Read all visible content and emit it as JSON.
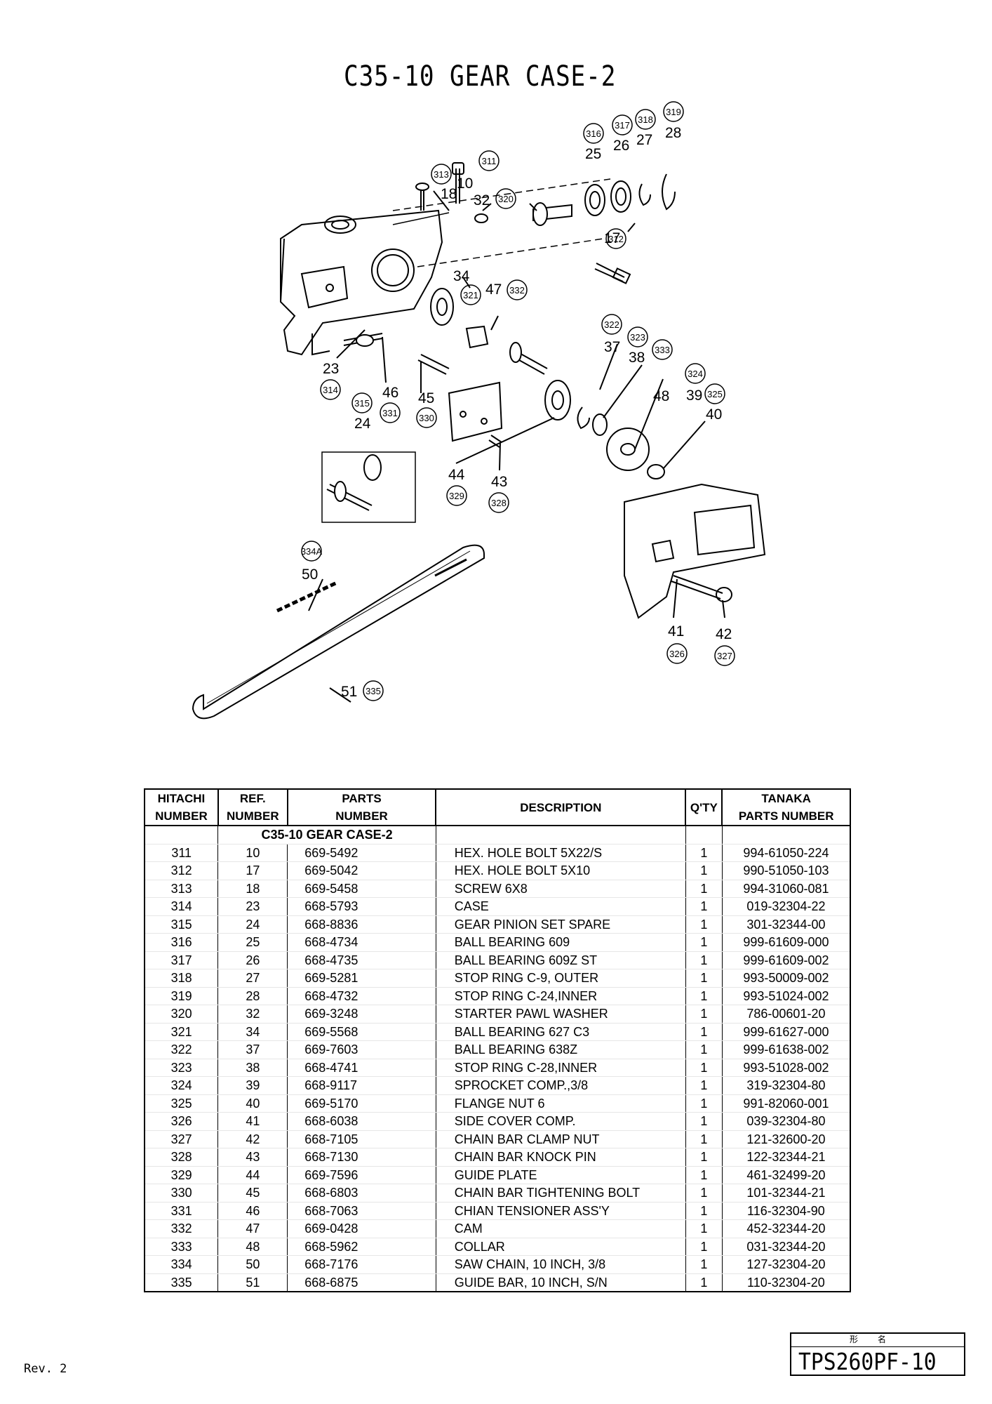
{
  "title": "C35-10 GEAR CASE-2",
  "diagram": {
    "callouts": [
      {
        "ref": "10",
        "circle": "311"
      },
      {
        "ref": "17",
        "circle": "312"
      },
      {
        "ref": "18",
        "circle": "313"
      },
      {
        "ref": "23",
        "circle": "314"
      },
      {
        "ref": "24",
        "circle": "315"
      },
      {
        "ref": "25",
        "circle": "316"
      },
      {
        "ref": "26",
        "circle": "317"
      },
      {
        "ref": "27",
        "circle": "318"
      },
      {
        "ref": "28",
        "circle": "319"
      },
      {
        "ref": "32",
        "circle": "320"
      },
      {
        "ref": "34",
        "circle": "321"
      },
      {
        "ref": "37",
        "circle": "322"
      },
      {
        "ref": "38",
        "circle": "323"
      },
      {
        "ref": "39",
        "circle": "325"
      },
      {
        "ref": "40",
        "circle": "324"
      },
      {
        "ref": "41",
        "circle": "326"
      },
      {
        "ref": "42",
        "circle": "327"
      },
      {
        "ref": "43",
        "circle": "328"
      },
      {
        "ref": "44",
        "circle": "329"
      },
      {
        "ref": "45",
        "circle": "330"
      },
      {
        "ref": "46",
        "circle": "331"
      },
      {
        "ref": "47",
        "circle": "332"
      },
      {
        "ref": "48",
        "circle": "333"
      },
      {
        "ref": "50",
        "circle": "334A"
      },
      {
        "ref": "51",
        "circle": "335"
      }
    ]
  },
  "table": {
    "headers": {
      "hitachi": [
        "HITACHI",
        "NUMBER"
      ],
      "ref": [
        "REF.",
        "NUMBER"
      ],
      "parts": [
        "PARTS",
        "NUMBER"
      ],
      "description": "DESCRIPTION",
      "qty": "Q'TY",
      "tanaka": [
        "TANAKA",
        "PARTS NUMBER"
      ]
    },
    "group": "C35-10  GEAR CASE-2",
    "rows": [
      [
        "311",
        "10",
        "669-5492",
        "HEX. HOLE BOLT 5X22/S",
        "1",
        "994-61050-224"
      ],
      [
        "312",
        "17",
        "669-5042",
        "HEX. HOLE BOLT 5X10",
        "1",
        "990-51050-103"
      ],
      [
        "313",
        "18",
        "669-5458",
        "SCREW 6X8",
        "1",
        "994-31060-081"
      ],
      [
        "314",
        "23",
        "668-5793",
        "CASE",
        "1",
        "019-32304-22"
      ],
      [
        "315",
        "24",
        "668-8836",
        "GEAR PINION SET SPARE",
        "1",
        "301-32344-00"
      ],
      [
        "316",
        "25",
        "668-4734",
        "BALL BEARING 609",
        "1",
        "999-61609-000"
      ],
      [
        "317",
        "26",
        "668-4735",
        "BALL BEARING 609Z ST",
        "1",
        "999-61609-002"
      ],
      [
        "318",
        "27",
        "669-5281",
        "STOP RING C-9, OUTER",
        "1",
        "993-50009-002"
      ],
      [
        "319",
        "28",
        "668-4732",
        "STOP RING C-24,INNER",
        "1",
        "993-51024-002"
      ],
      [
        "320",
        "32",
        "669-3248",
        "STARTER PAWL WASHER",
        "1",
        "786-00601-20"
      ],
      [
        "321",
        "34",
        "669-5568",
        "BALL BEARING 627 C3",
        "1",
        "999-61627-000"
      ],
      [
        "322",
        "37",
        "669-7603",
        "BALL BEARING 638Z",
        "1",
        "999-61638-002"
      ],
      [
        "323",
        "38",
        "668-4741",
        "STOP RING C-28,INNER",
        "1",
        "993-51028-002"
      ],
      [
        "324",
        "39",
        "668-9117",
        "SPROCKET COMP.,3/8",
        "1",
        "319-32304-80"
      ],
      [
        "325",
        "40",
        "669-5170",
        "FLANGE NUT 6",
        "1",
        "991-82060-001"
      ],
      [
        "326",
        "41",
        "668-6038",
        "SIDE COVER COMP.",
        "1",
        "039-32304-80"
      ],
      [
        "327",
        "42",
        "668-7105",
        "CHAIN BAR CLAMP NUT",
        "1",
        "121-32600-20"
      ],
      [
        "328",
        "43",
        "668-7130",
        "CHAIN BAR KNOCK PIN",
        "1",
        "122-32344-21"
      ],
      [
        "329",
        "44",
        "669-7596",
        "GUIDE PLATE",
        "1",
        "461-32499-20"
      ],
      [
        "330",
        "45",
        "668-6803",
        "CHAIN BAR TIGHTENING BOLT",
        "1",
        "101-32344-21"
      ],
      [
        "331",
        "46",
        "668-7063",
        "CHIAN TENSIONER ASS'Y",
        "1",
        "116-32304-90"
      ],
      [
        "332",
        "47",
        "669-0428",
        "CAM",
        "1",
        "452-32344-20"
      ],
      [
        "333",
        "48",
        "668-5962",
        "COLLAR",
        "1",
        "031-32344-20"
      ],
      [
        "334",
        "50",
        "668-7176",
        "SAW CHAIN, 10 INCH, 3/8",
        "1",
        "127-32304-20"
      ],
      [
        "335",
        "51",
        "668-6875",
        "GUIDE BAR, 10 INCH, S/N",
        "1",
        "110-32304-20"
      ]
    ]
  },
  "footer": {
    "revision": "Rev. 2",
    "model_label": "形名",
    "model": "TPS260PF-10"
  }
}
